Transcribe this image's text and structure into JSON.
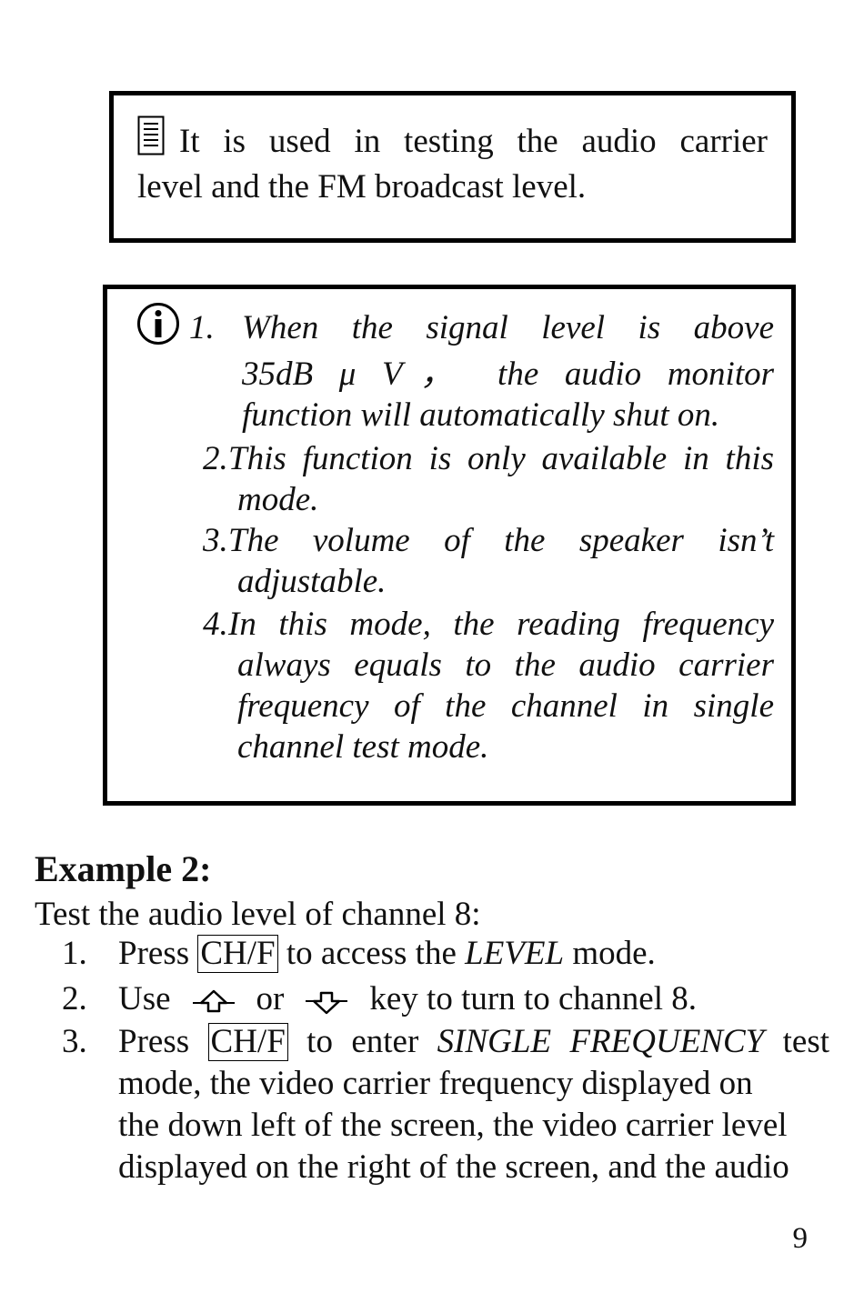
{
  "note_box": {
    "icon": "document-note-icon",
    "line1": "It is used in testing the audio carrier",
    "line2": "level and the FM broadcast level."
  },
  "info_box": {
    "icon": "info-icon",
    "items": [
      {
        "number": "1.",
        "lines": [
          "When the signal level is above",
          "35dB μ V， the audio monitor",
          "function will automatically shut on."
        ]
      },
      {
        "number": "2.",
        "lines": [
          "This function is only available in this",
          "mode."
        ]
      },
      {
        "number": "3.",
        "lines": [
          "The volume of the speaker isn’t",
          "adjustable."
        ]
      },
      {
        "number": "4.",
        "lines": [
          "In this mode, the reading frequency",
          "always equals to the audio carrier",
          "frequency of the channel in single",
          "channel test mode."
        ]
      }
    ]
  },
  "example": {
    "title": "Example 2:",
    "intro": "Test the audio level of channel 8:",
    "steps": [
      {
        "number": "1.",
        "prefix": "Press",
        "key": "CH/F",
        "middle": "to access the",
        "mode": "LEVEL",
        "suffix": "mode."
      },
      {
        "number": "2.",
        "prefix": "Use",
        "up_icon": "up-arrow-key-icon",
        "or": "or",
        "down_icon": "down-arrow-key-icon",
        "suffix": "key to turn to channel 8."
      },
      {
        "number": "3.",
        "prefix": "Press",
        "key": "CH/F",
        "middle": "to enter",
        "mode": "SINGLE FREQUENCY",
        "suffix": "test",
        "lines": [
          "mode, the video carrier frequency displayed on",
          "the down left of the screen, the video carrier level",
          "displayed on the right of the screen, and the audio"
        ]
      }
    ]
  },
  "page_number": "9"
}
